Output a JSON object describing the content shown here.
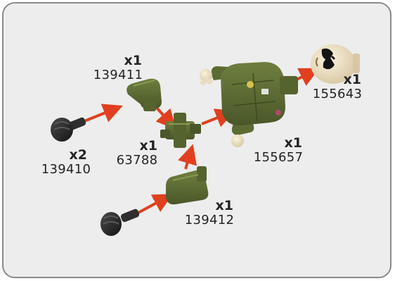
{
  "parts": [
    {
      "id": "part-155643",
      "qty": "x1",
      "number": "155643",
      "desc": "head"
    },
    {
      "id": "part-155657",
      "qty": "x1",
      "number": "155657",
      "desc": "torso"
    },
    {
      "id": "part-139411",
      "qty": "x1",
      "number": "139411",
      "desc": "upper leg"
    },
    {
      "id": "part-63788",
      "qty": "x1",
      "number": "63788",
      "desc": "hip"
    },
    {
      "id": "part-139410",
      "qty": "x2",
      "number": "139410",
      "desc": "foot"
    },
    {
      "id": "part-139412",
      "qty": "x1",
      "number": "139412",
      "desc": "lower leg"
    }
  ],
  "colors": {
    "panel_bg": "#ededed",
    "panel_border": "#8a8a8a",
    "arrow": "#e0401f",
    "olive": "#5c6b33",
    "olive_dark": "#3f4a22",
    "skin": "#efe3c8",
    "boot": "#262626"
  }
}
